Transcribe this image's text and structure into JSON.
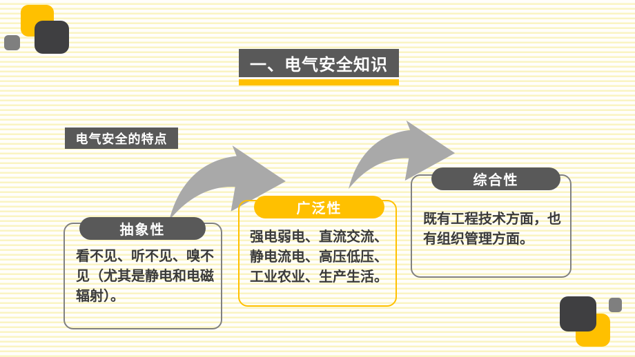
{
  "slide": {
    "title": "一、电气安全知识",
    "section_label": "电气安全的特点",
    "boxes": [
      {
        "title": "抽象性",
        "body": "看不见、听不见、嗅不见（尤其是静电和电磁辐射）。"
      },
      {
        "title": "广泛性",
        "body": "强电弱电、直流交流、静电流电、高压低压、工业农业、生产生活。"
      },
      {
        "title": "综合性",
        "body": "既有工程技术方面，也有组织管理方面。"
      }
    ]
  },
  "colors": {
    "yellow": "#FFC000",
    "dark_gray": "#595959",
    "deco_dark": "#3F3F41",
    "deco_gray": "#7F7F7F",
    "border_gray": "#808080",
    "arrow_gray": "#A9A9A9",
    "body_text": "#3A3A3A",
    "line_tint": "#FAF4C2"
  }
}
